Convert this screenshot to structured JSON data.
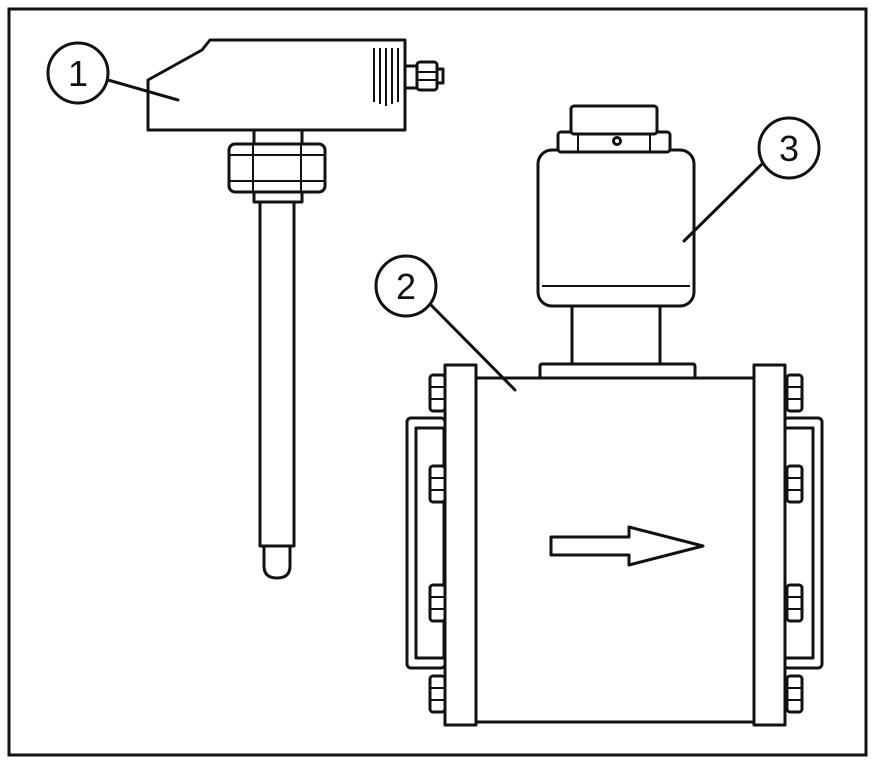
{
  "callouts": [
    {
      "id": "1",
      "label": "1"
    },
    {
      "id": "2",
      "label": "2"
    },
    {
      "id": "3",
      "label": "3"
    }
  ],
  "colors": {
    "stroke": "#111111",
    "background": "#ffffff"
  },
  "icons": {
    "flow_direction": "arrow-right-icon"
  }
}
